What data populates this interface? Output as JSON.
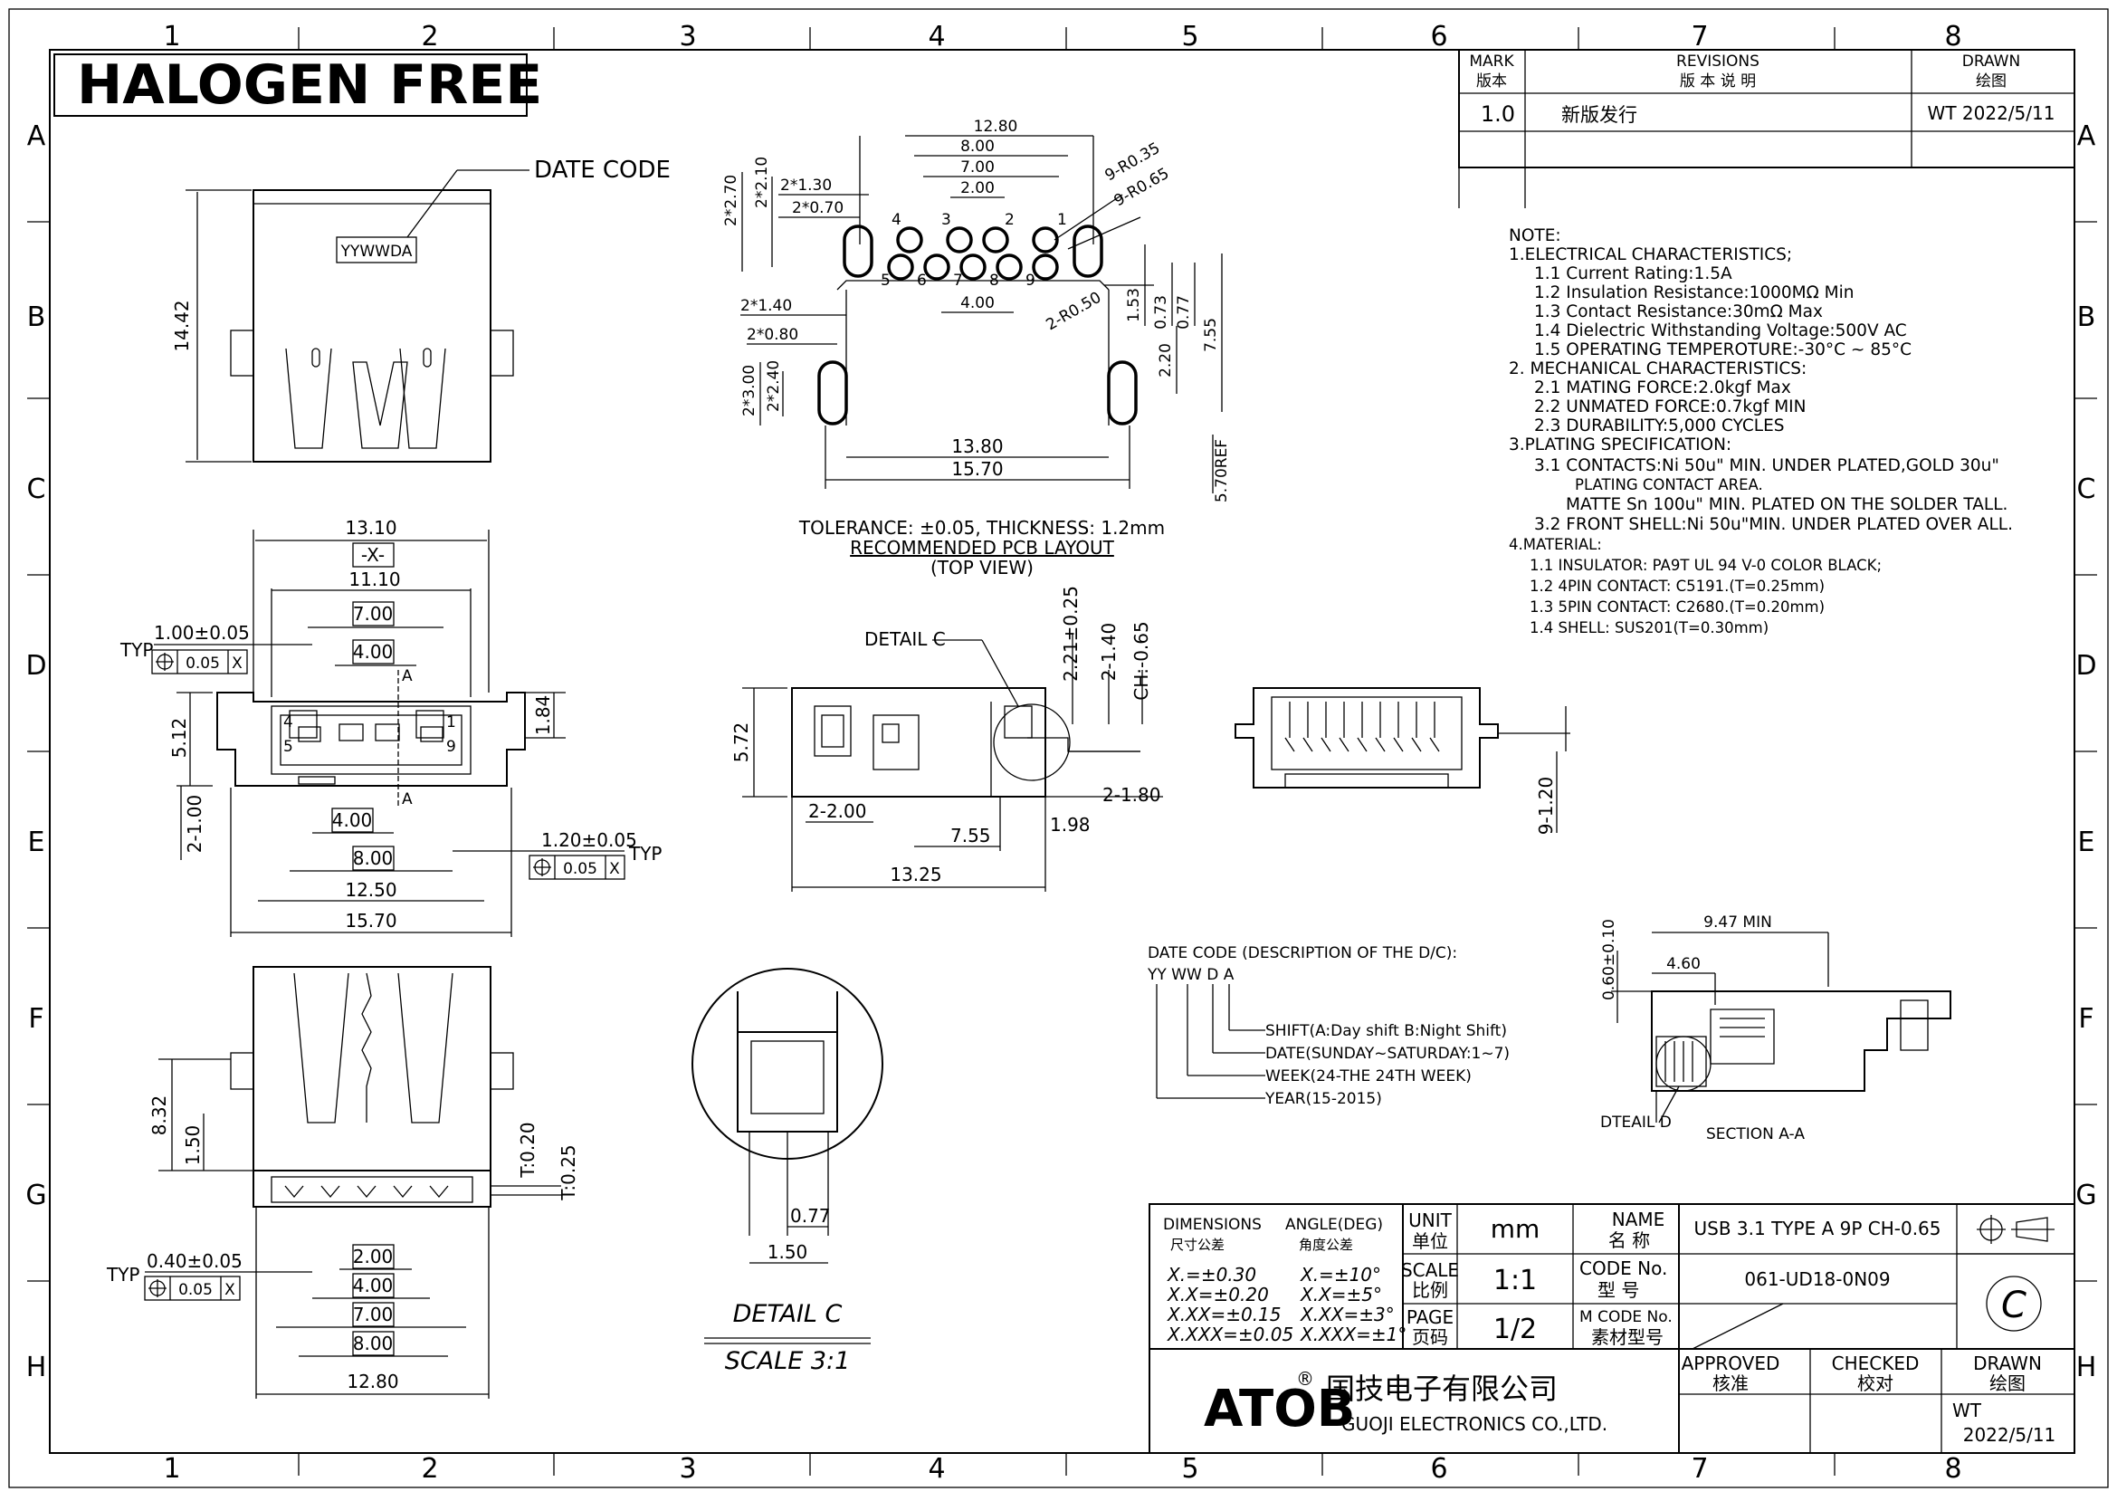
{
  "banner": "HALOGEN FREE",
  "grid": {
    "cols": [
      "1",
      "2",
      "3",
      "4",
      "5",
      "6",
      "7",
      "8"
    ],
    "rows": [
      "A",
      "B",
      "C",
      "D",
      "E",
      "F",
      "G",
      "H"
    ]
  },
  "revisions": {
    "mark_header": "MARK",
    "mark_header_cn": "版本",
    "rev_header": "REVISIONS",
    "rev_header_cn": "版 本 说 明",
    "drawn_header": "DRAWN",
    "drawn_header_cn": "绘图",
    "rows": [
      {
        "mark": "1.0",
        "desc": "新版发行",
        "drawn": "WT 2022/5/11"
      }
    ]
  },
  "notes": [
    "NOTE:",
    "1.ELECTRICAL CHARACTERISTICS;",
    "1.1   Current Rating:1.5A",
    "1.2   Insulation Resistance:1000MΩ Min",
    "1.3   Contact Resistance:30mΩ Max",
    "1.4   Dielectric Withstanding Voltage:500V AC",
    "1.5   OPERATING TEMPEROTURE:-30°C ~ 85°C",
    "2. MECHANICAL CHARACTERISTICS:",
    "2.1 MATING FORCE:2.0kgf Max",
    "2.2 UNMATED FORCE:0.7kgf MIN",
    "2.3 DURABILITY:5,000 CYCLES",
    "3.PLATING SPECIFICATION:",
    "3.1 CONTACTS:Ni 50u\" MIN. UNDER PLATED,GOLD 30u\"",
    "PLATING CONTACT AREA.",
    "MATTE Sn 100u\" MIN. PLATED ON THE SOLDER TALL.",
    "3.2 FRONT SHELL:Ni 50u\"MIN. UNDER PLATED OVER ALL.",
    "4.MATERIAL:",
    "1.1 INSULATOR: PA9T UL 94 V-0 COLOR BLACK;",
    "1.2 4PIN CONTACT: C5191.(T=0.25mm)",
    "1.3 5PIN CONTACT: C2680.(T=0.20mm)",
    "1.4 SHELL: SUS201(T=0.30mm)"
  ],
  "pcb": {
    "tolerance": "TOLERANCE: ±0.05, THICKNESS: 1.2mm",
    "title": "RECOMMENDED PCB LAYOUT",
    "subtitle": "(TOP VIEW)",
    "dims": {
      "d1280": "12.80",
      "d800": "8.00",
      "d700": "7.00",
      "d200": "2.00",
      "r035": "9-R0.35",
      "r065": "9-R0.65",
      "d2x270": "2*2.70",
      "d2x210": "2*2.10",
      "d2x130": "2*1.30",
      "d2x070": "2*0.70",
      "d2x140": "2*1.40",
      "d2x080": "2*0.80",
      "d400": "4.00",
      "r050": "2-R0.50",
      "d153": "1.53",
      "d073": "0.73",
      "d077": "0.77",
      "d755": "7.55",
      "d220": "2.20",
      "d2x300": "2*3.00",
      "d2x240": "2*2.40",
      "d1380": "13.80",
      "d1570": "15.70",
      "d570ref": "5.70REF"
    },
    "pins_top": [
      "4",
      "3",
      "2",
      "1"
    ],
    "pins_bottom": [
      "5",
      "6",
      "7",
      "8",
      "9"
    ]
  },
  "top_view": {
    "date_code_label": "DATE CODE",
    "date_code_mark": "YYWWDA",
    "d1442": "14.42"
  },
  "front_view": {
    "d1310": "13.10",
    "datum_x": "-X-",
    "d1110": "11.10",
    "d700": "7.00",
    "d400": "4.00",
    "typ": "TYP",
    "d100": "1.00±0.05",
    "tol": "0.05",
    "datum_x2": "X",
    "sec_a": "A",
    "d512": "5.12",
    "d184": "1.84",
    "d2x100": "2-1.00",
    "d400b": "4.00",
    "d800": "8.00",
    "d120": "1.20±0.05",
    "d1250": "12.50",
    "d1570": "15.70",
    "pin4": "4",
    "pin1": "1",
    "pin5": "5",
    "pin9": "9"
  },
  "side_view": {
    "detail": "DETAIL C",
    "d221": "2.21±0.25",
    "d2x140": "2-1.40",
    "ch": "CH:-0.65",
    "d572": "5.72",
    "d2x180": "2-1.80",
    "d2x200": "2-2.00",
    "d755": "7.55",
    "d198": "1.98",
    "d1325": "13.25"
  },
  "rear_view": {
    "d9x120": "9-1.20"
  },
  "bottom_view": {
    "d832": "8.32",
    "d150": "1.50",
    "t020": "T:0.20",
    "t025": "T:0.25",
    "typ": "TYP",
    "d040": "0.40±0.05",
    "tol": "0.05",
    "datum": "X",
    "d200": "2.00",
    "d400": "4.00",
    "d700": "7.00",
    "d800": "8.00",
    "d1280": "12.80"
  },
  "detail_c": {
    "d077": "0.77",
    "d150": "1.50",
    "title": "DETAIL C",
    "scale": "SCALE 3:1"
  },
  "date_code_desc": {
    "title": "DATE CODE (DESCRIPTION OF THE D/C):",
    "code": "YY WW D A",
    "lines": [
      "SHIFT(A:Day shift B:Night Shift)",
      "DATE(SUNDAY~SATURDAY:1~7)",
      "WEEK(24-THE 24TH WEEK)",
      "YEAR(15-2015)"
    ]
  },
  "section": {
    "d947": "9.47 MIN",
    "d460": "4.60",
    "d060": "0.60±0.10",
    "detail_d": "DTEAIL D",
    "section_aa": "SECTION A-A"
  },
  "title_block": {
    "dimensions": "DIMENSIONS",
    "dimensions_cn": "尺寸公差",
    "angle": "ANGLE(DEG)",
    "angle_cn": "角度公差",
    "tol_lin": [
      "X.=±0.30",
      "X.X=±0.20",
      "X.XX=±0.15",
      "X.XXX=±0.05"
    ],
    "tol_ang": [
      "X.=±10°",
      "X.X=±5°",
      "X.XX=±3°",
      "X.XXX=±1°"
    ],
    "unit": "UNIT",
    "unit_cn": "单位",
    "unit_val": "mm",
    "scale": "SCALE",
    "scale_cn": "比例",
    "scale_val": "1:1",
    "page": "PAGE",
    "page_cn": "页码",
    "page_val": "1/2",
    "name": "NAME",
    "name_cn": "名 称",
    "name_val": "USB 3.1 TYPE A 9P CH-0.65",
    "code": "CODE No.",
    "code_cn": "型 号",
    "code_val": "061-UD18-0N09",
    "mcode": "M CODE No.",
    "mcode_cn": "素材型号",
    "company_logo": "ATOB",
    "company_cn": "国技电子有限公司",
    "company_en": "GUOJI ELECTRONICS CO.,LTD.",
    "approved": "APPROVED",
    "approved_cn": "核准",
    "checked": "CHECKED",
    "checked_cn": "校对",
    "drawn": "DRAWN",
    "drawn_cn": "绘图",
    "drawn_by": "WT",
    "drawn_date": "2022/5/11",
    "rev_letter": "C"
  }
}
